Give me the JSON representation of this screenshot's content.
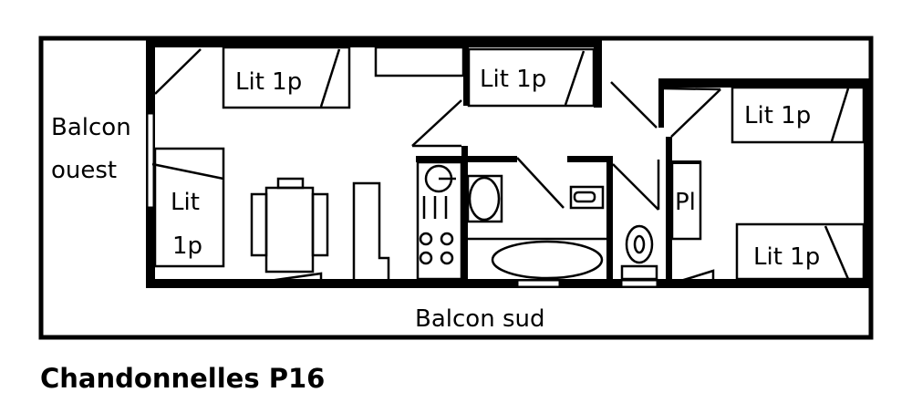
{
  "title": "Chandonnelles P16",
  "labels": {
    "balcon_ouest_1": "Balcon",
    "balcon_ouest_2": "ouest",
    "balcon_sud": "Balcon sud",
    "bed_top_left": "Lit 1p",
    "bed_top_middle": "Lit 1p",
    "bed_left_1": "Lit",
    "bed_left_2": "1p",
    "bed_right_top": "Lit 1p",
    "bed_right_bottom": "Lit 1p",
    "placard": "Pl"
  },
  "colors": {
    "line": "#000000",
    "background": "#ffffff"
  }
}
